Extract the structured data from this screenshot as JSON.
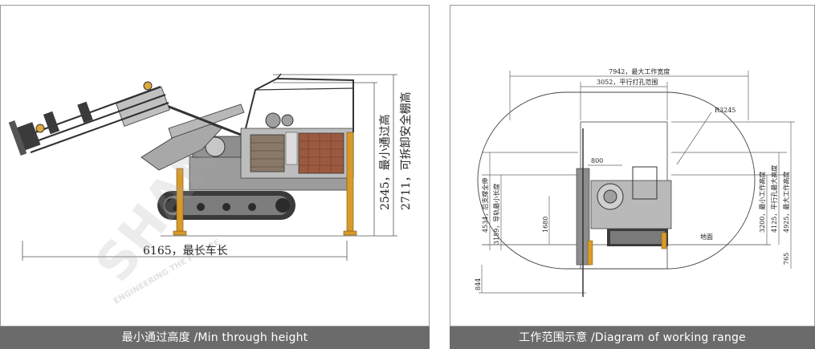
{
  "left_panel": {
    "caption": "最小通过高度 /Min through height",
    "dims": {
      "length": "6165，最长车长",
      "min_height": "2545，最小通过高",
      "canopy_height": "2711，可拆卸安全棚高"
    }
  },
  "right_panel": {
    "caption": "工作范围示意 /Diagram of working range",
    "dims": {
      "max_width": "7942，最大工作宽度",
      "parallel_range": "3052，平行打孔范围",
      "radius": "R3245",
      "d800": "800",
      "d1680": "1680",
      "ground": "地面",
      "rear_support": "4534，后支撑全伸",
      "guide_min": "3159，导轨最小长度",
      "d844": "844",
      "min_work_height": "3200，最小工作高度",
      "parallel_max_height": "4125，平行孔最大高度",
      "max_work_height": "4925，最大工作高度",
      "d765": "765"
    }
  },
  "watermark": {
    "brand": "SHAN",
    "left_text": "ENGINEERING THE FUTURE"
  }
}
